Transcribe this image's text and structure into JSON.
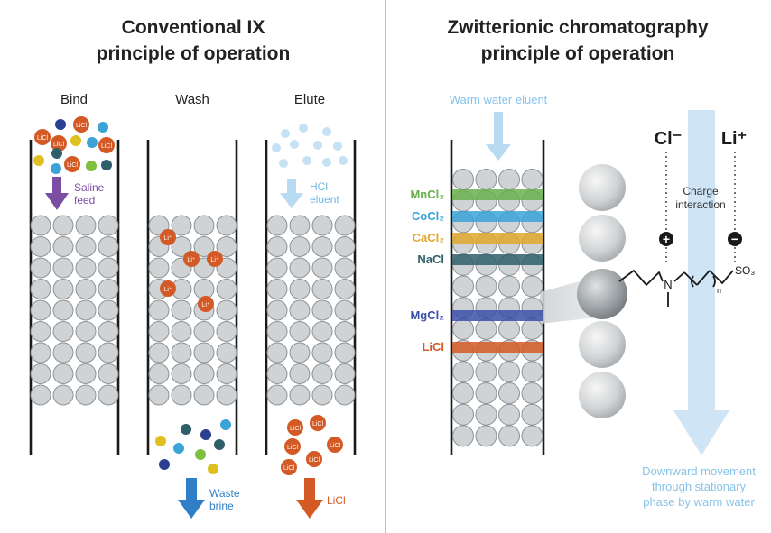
{
  "left_panel": {
    "title_line1": "Conventional IX",
    "title_line2": "principle of operation",
    "columns": [
      {
        "label": "Bind",
        "arrow_label_line1": "Saline",
        "arrow_label_line2": "feed"
      },
      {
        "label": "Wash",
        "arrow_label_line1": "Waste",
        "arrow_label_line2": "brine"
      },
      {
        "label": "Elute",
        "top_label_line1": "HCl",
        "top_label_line2": "eluent",
        "bottom_label": "LiCl"
      }
    ],
    "particle_labels": {
      "licl": "LiCl",
      "li_ion": "Li⁺"
    }
  },
  "right_panel": {
    "title_line1": "Zwitterionic chromatography",
    "title_line2": "principle of operation",
    "eluent_label": "Warm water eluent",
    "bands": [
      {
        "label": "MnCl₂",
        "color": "#6ab04c"
      },
      {
        "label": "CoCl₂",
        "color": "#3ba3d8"
      },
      {
        "label": "CaCl₂",
        "color": "#e0a82e"
      },
      {
        "label": "NaCl",
        "color": "#2f5f6b"
      },
      {
        "label": "MgCl₂",
        "color": "#3b4fa8"
      },
      {
        "label": "LiCl",
        "color": "#d45a25"
      }
    ],
    "anion_label": "Cl⁻",
    "cation_label": "Li⁺",
    "interaction_line1": "Charge",
    "interaction_line2": "interaction",
    "positive_charge": "+",
    "negative_charge": "−",
    "molecule": {
      "nitrogen": "N",
      "subscript": "n",
      "sulfonate": "SO₃"
    },
    "movement_line1": "Downward movement",
    "movement_line2": "through stationary",
    "movement_line3": "phase by warm water"
  },
  "colors": {
    "orange": "#d45a25",
    "purple": "#7b4ea3",
    "blue": "#2f7fc8",
    "light_blue": "#b9dbf2",
    "bead": "#cfd3d6"
  }
}
